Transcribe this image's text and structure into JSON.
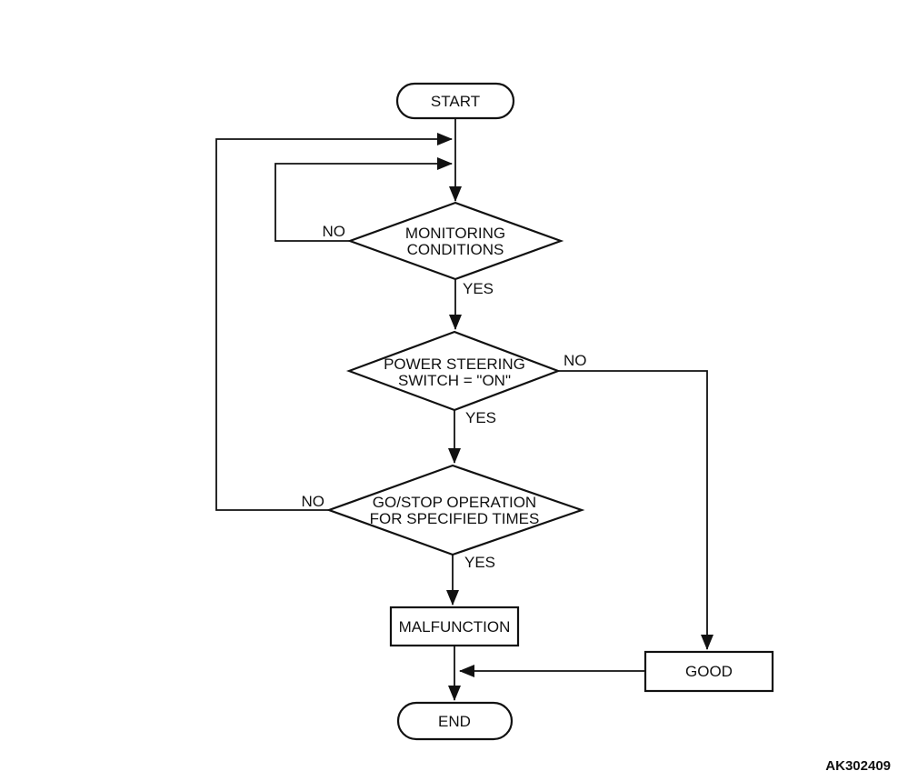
{
  "diagram": {
    "nodes": {
      "start": {
        "label": "START"
      },
      "monitoring": {
        "line1": "MONITORING",
        "line2": "CONDITIONS"
      },
      "power_steering": {
        "line1": "POWER STEERING",
        "line2": "SWITCH = \"ON\""
      },
      "go_stop": {
        "line1": "GO/STOP OPERATION",
        "line2": "FOR SPECIFIED TIMES"
      },
      "malfunction": {
        "label": "MALFUNCTION"
      },
      "good": {
        "label": "GOOD"
      },
      "end": {
        "label": "END"
      }
    },
    "edge_labels": {
      "monitoring_no": "NO",
      "monitoring_yes": "YES",
      "power_steering_no": "NO",
      "power_steering_yes": "YES",
      "go_stop_no": "NO",
      "go_stop_yes": "YES"
    },
    "figure_code": "AK302409",
    "colors": {
      "stroke": "#111111",
      "background": "#ffffff"
    }
  }
}
